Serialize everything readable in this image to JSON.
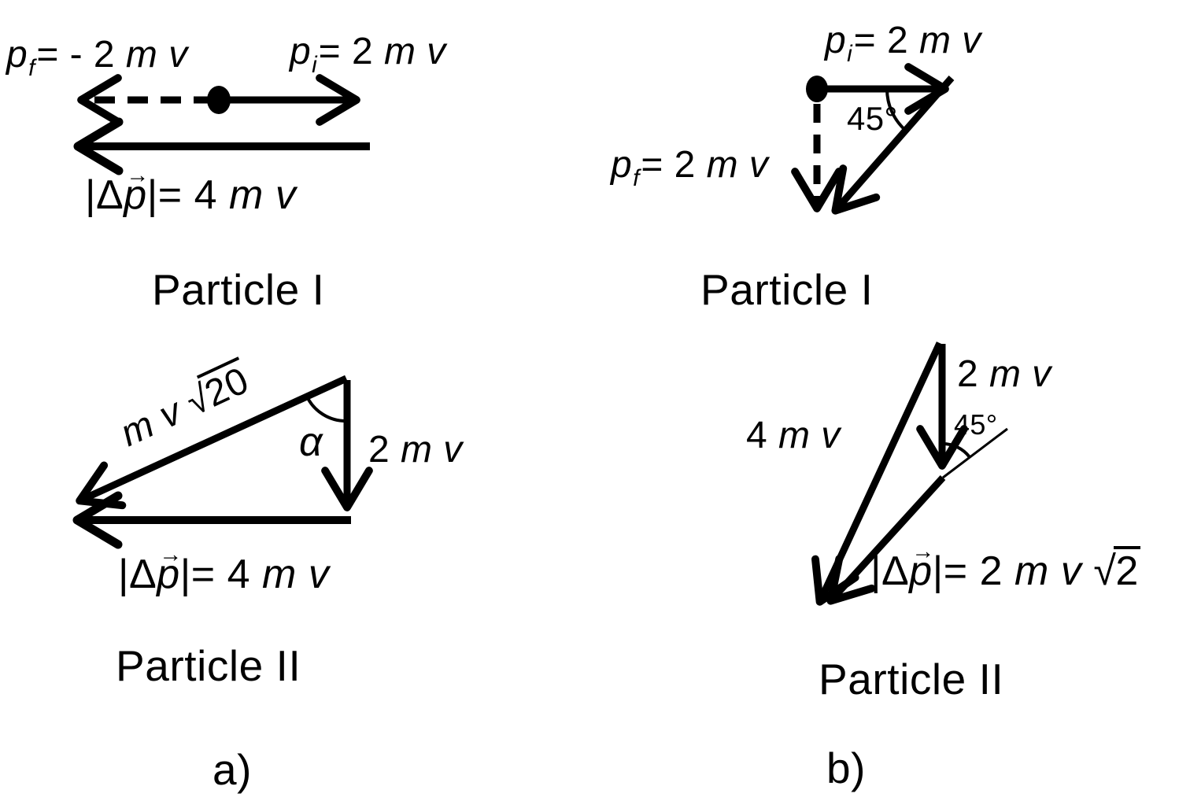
{
  "background": "#ffffff",
  "ink": "#000000",
  "panels": {
    "a": {
      "caption": "a)",
      "particle1": {
        "title": "Particle I",
        "pf": {
          "sym": "p",
          "sub": "f",
          "eq": "= - 2 ",
          "mv": "m v"
        },
        "pi": {
          "sym": "p",
          "sub": "i",
          "eq": "= 2 ",
          "mv": "m v"
        },
        "dp": {
          "pre": "|Δ",
          "sym": "p",
          "arrow": "→",
          "eq": "|= 4 ",
          "mv": "m v"
        }
      },
      "particle2": {
        "title": "Particle II",
        "hypotenuse": {
          "mv": "m v ",
          "rad": "√",
          "under": "20"
        },
        "angle": "α",
        "side": {
          "num": "2 ",
          "mv": "m v"
        },
        "dp": {
          "pre": "|Δ",
          "sym": "p",
          "arrow": "→",
          "eq": "|= 4 ",
          "mv": "m v"
        }
      }
    },
    "b": {
      "caption": "b)",
      "particle1": {
        "title": "Particle I",
        "pi": {
          "sym": "p",
          "sub": "i",
          "eq": "= 2 ",
          "mv": "m v"
        },
        "pf": {
          "sym": "p",
          "sub": "f",
          "eq": "= 2 ",
          "mv": "m v"
        },
        "angle": "45°"
      },
      "particle2": {
        "title": "Particle II",
        "initial": {
          "num": "4 ",
          "mv": "m v"
        },
        "final": {
          "num": "2 ",
          "mv": "m v"
        },
        "angle": "45°",
        "dp": {
          "pre": "|Δ",
          "sym": "p",
          "arrow": "→",
          "eq": "|= 2 ",
          "mv": "m v ",
          "rad": "√",
          "under": "2"
        }
      }
    }
  }
}
